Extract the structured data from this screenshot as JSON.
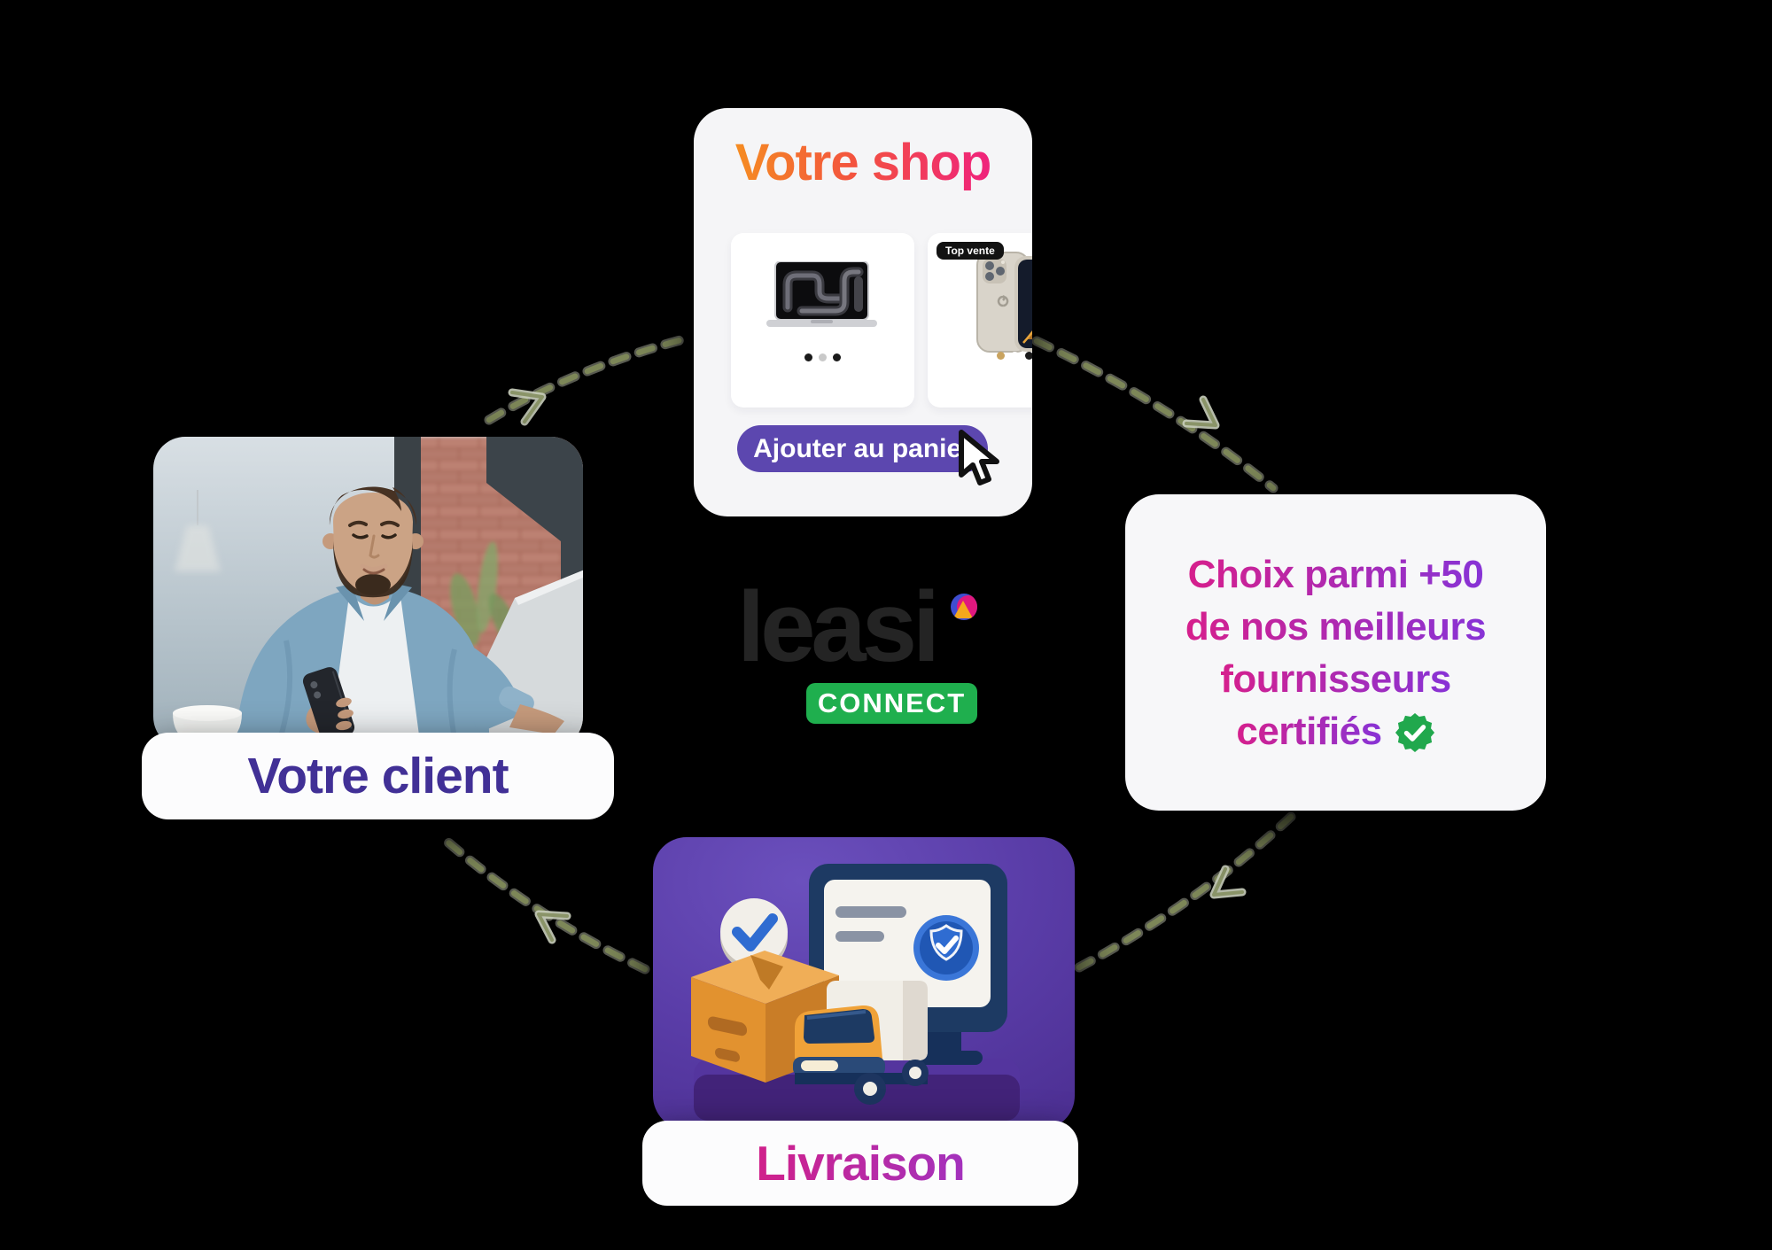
{
  "colors": {
    "background": "#000000",
    "card_background": "#f5f5f7",
    "button_purple": "#5C47AF",
    "connect_green": "#1FAF4E",
    "client_label_color": "#413096",
    "connector_olive": "#7f8a58",
    "connector_light": "#c5cab4",
    "shop_title_gradient": [
      "#F6A018",
      "#F3523F",
      "#EE1490"
    ],
    "suppliers_gradient": [
      "#D61F8C",
      "#8733D6"
    ],
    "delivery_gradient": [
      "#E9176F",
      "#8A3BD8"
    ]
  },
  "shop_card": {
    "title": "Votre shop",
    "button_label": "Ajouter au panier",
    "products": [
      {
        "id": "macbook",
        "dots": [
          "#1a1a1a",
          "#c9c9c9",
          "#1a1a1a"
        ]
      },
      {
        "id": "iphone",
        "badge": "Top vente",
        "dots": [
          "#c9a35f",
          "#ffffff",
          "#1a1a1a",
          "#cfcfcf"
        ]
      }
    ]
  },
  "logo": {
    "wordmark": "leasi",
    "badge": "CONNECT"
  },
  "suppliers_card": {
    "line1": "Choix parmi +50",
    "line2": "de nos meilleurs",
    "line3": "fournisseurs",
    "line4": "certifiés",
    "badge_icon": "verified-check"
  },
  "client_card": {
    "label": "Votre client"
  },
  "delivery_card": {
    "label": "Livraison"
  }
}
